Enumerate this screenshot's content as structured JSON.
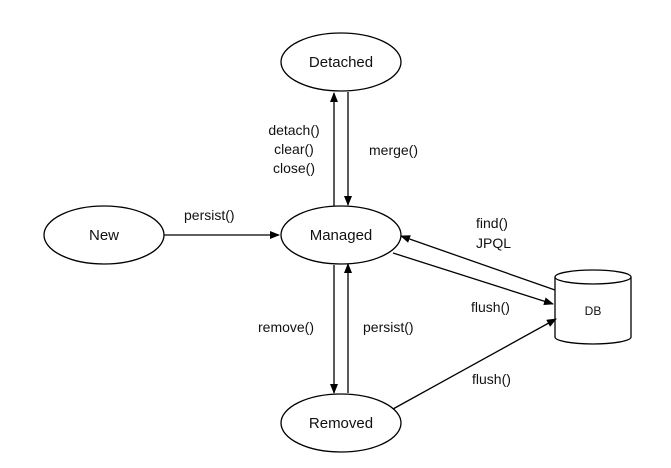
{
  "nodes": {
    "detached": "Detached",
    "new": "New",
    "managed": "Managed",
    "removed": "Removed",
    "db": "DB"
  },
  "edges": {
    "detach": [
      "detach()",
      "clear()",
      "close()"
    ],
    "merge": "merge()",
    "persist_new": "persist()",
    "find": "find()",
    "jpql": "JPQL",
    "flush_managed": "flush()",
    "remove": "remove()",
    "persist_removed": "persist()",
    "flush_removed": "flush()"
  }
}
